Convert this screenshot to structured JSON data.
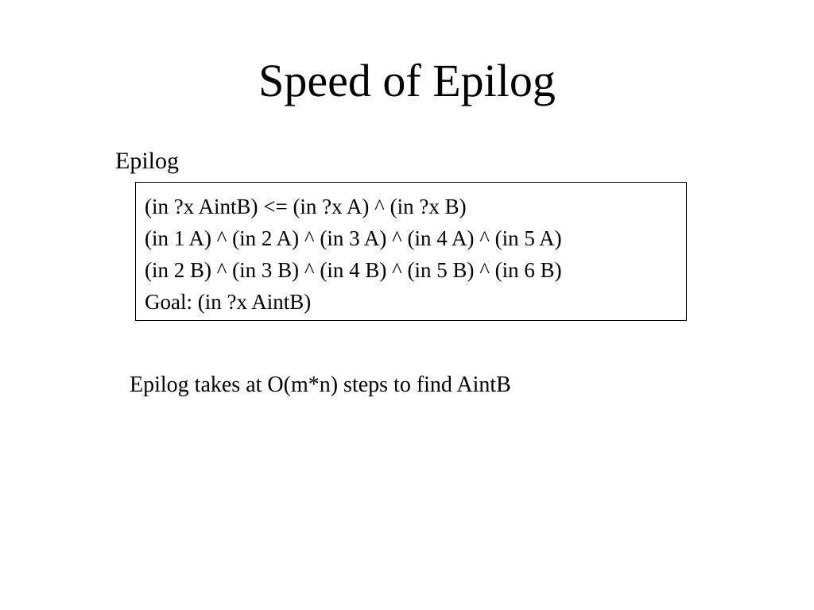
{
  "slide": {
    "title": "Speed of Epilog",
    "box_label": "Epilog",
    "rules": [
      "(in ?x AintB) <= (in ?x A) ^ (in ?x B)",
      "(in 1 A) ^ (in 2 A) ^ (in 3 A) ^ (in 4 A) ^ (in 5 A)",
      "(in 2 B) ^ (in 3 B) ^ (in 4 B) ^ (in 5 B) ^ (in 6 B)",
      "Goal: (in ?x AintB)"
    ],
    "note": "Epilog takes at O(m*n) steps to find AintB"
  }
}
